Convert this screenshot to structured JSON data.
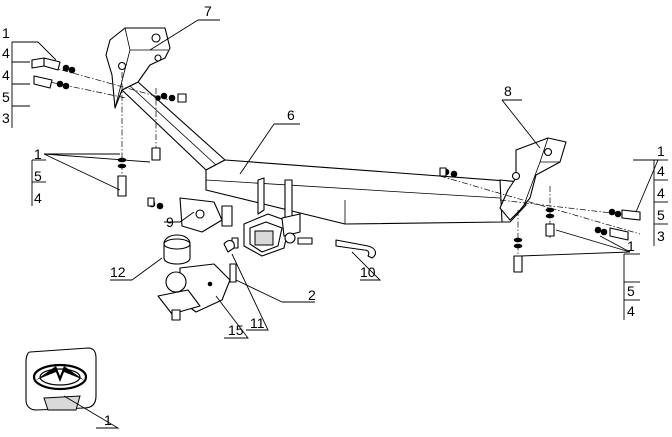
{
  "diagram": {
    "callouts": {
      "p1_cap": "1",
      "p2": "2",
      "p6": "6",
      "p7": "7",
      "p8": "8",
      "p9": "9",
      "p10": "10",
      "p11": "11",
      "p12": "12",
      "p15": "15",
      "left_mid_1": "1",
      "left_mid_5": "5",
      "left_mid_4": "4",
      "right_low_1": "1",
      "right_low_5": "5",
      "right_low_4": "4"
    },
    "left_stack": [
      "1",
      "4",
      "4",
      "5",
      "3"
    ],
    "right_stack": [
      "1",
      "4",
      "4",
      "5",
      "3"
    ]
  }
}
